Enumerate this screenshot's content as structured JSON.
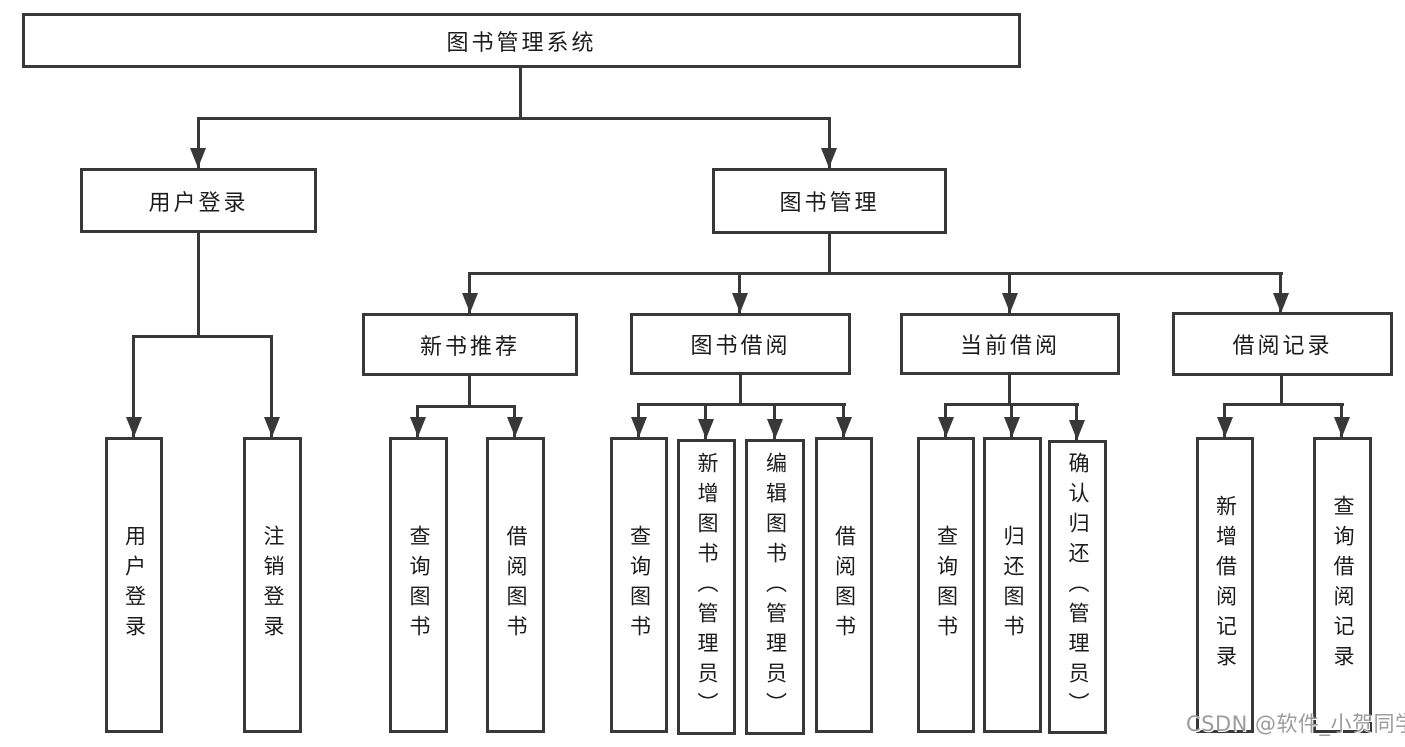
{
  "diagram": {
    "root": {
      "label": "图书管理系统"
    },
    "level1": [
      {
        "label": "用户登录"
      },
      {
        "label": "图书管理"
      }
    ],
    "level2": [
      {
        "label": "新书推荐"
      },
      {
        "label": "图书借阅"
      },
      {
        "label": "当前借阅"
      },
      {
        "label": "借阅记录"
      }
    ],
    "leaves": {
      "user_login": [
        "用户登录",
        "注销登录"
      ],
      "new_book_recommend": [
        "查询图书",
        "借阅图书"
      ],
      "book_borrow": [
        "查询图书",
        "新增图书（管理员）",
        "编辑图书（管理员）",
        "借阅图书"
      ],
      "current_borrow": [
        "查询图书",
        "归还图书",
        "确认归还（管理员）"
      ],
      "borrow_record": [
        "新增借阅记录",
        "查询借阅记录"
      ]
    }
  },
  "watermark": {
    "text": "CSDN @软件_小贺同学"
  },
  "colors": {
    "line": "#383838",
    "text": "#1c1c1c",
    "watermark": "#9c9c9c",
    "background": "#ffffff"
  }
}
